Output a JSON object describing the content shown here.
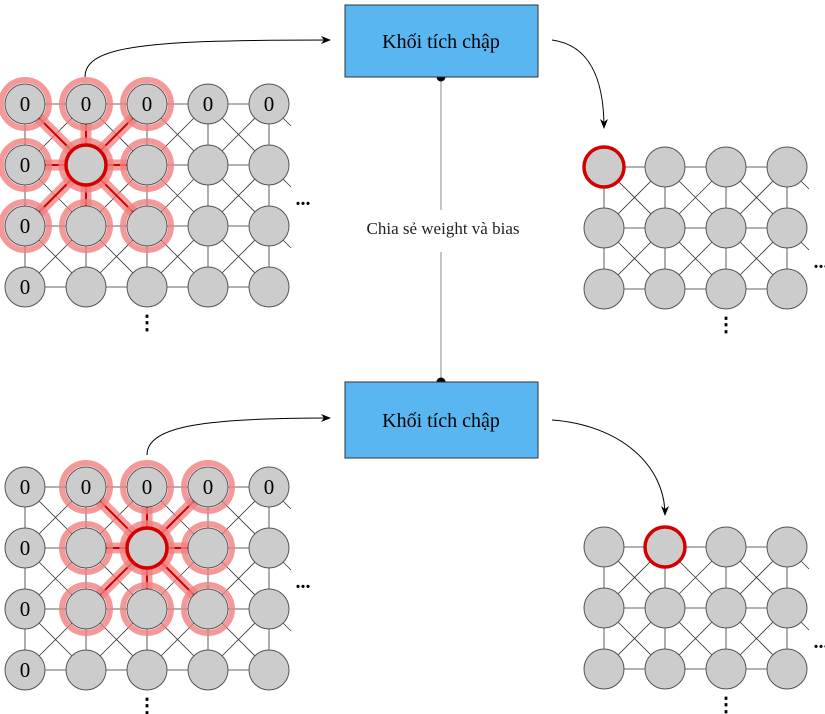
{
  "blocks": {
    "top_label": "Khối tích chập",
    "bottom_label": "Khối tích chập",
    "fill_color": "#59b6f0"
  },
  "shared_label": "Chia sẻ weight và bias",
  "colors": {
    "node_fill": "#cccccc",
    "node_stroke": "#555555",
    "edge": "#333333",
    "highlight": "#d40000",
    "highlight_glow": "#f08080"
  },
  "grids": [
    {
      "id": "input-top",
      "rows": 4,
      "cols": 5,
      "padding_label": "0",
      "zero_cells": [
        [
          0,
          0
        ],
        [
          0,
          1
        ],
        [
          0,
          2
        ],
        [
          0,
          3
        ],
        [
          0,
          4
        ],
        [
          1,
          0
        ],
        [
          2,
          0
        ],
        [
          3,
          0
        ]
      ],
      "center": [
        1,
        1
      ],
      "highlighted": [
        [
          0,
          0
        ],
        [
          0,
          1
        ],
        [
          0,
          2
        ],
        [
          1,
          0
        ],
        [
          1,
          2
        ],
        [
          2,
          0
        ],
        [
          2,
          1
        ],
        [
          2,
          2
        ]
      ],
      "dots_right": "...",
      "dots_below": "⋮"
    },
    {
      "id": "output-top",
      "rows": 3,
      "cols": 4,
      "padding_label": "",
      "zero_cells": [],
      "center": [
        0,
        0
      ],
      "highlighted": [],
      "dots_right": "...",
      "dots_below": "⋮"
    },
    {
      "id": "input-bottom",
      "rows": 4,
      "cols": 5,
      "padding_label": "0",
      "zero_cells": [
        [
          0,
          0
        ],
        [
          0,
          1
        ],
        [
          0,
          2
        ],
        [
          0,
          3
        ],
        [
          0,
          4
        ],
        [
          1,
          0
        ],
        [
          2,
          0
        ],
        [
          3,
          0
        ]
      ],
      "center": [
        1,
        2
      ],
      "highlighted": [
        [
          0,
          1
        ],
        [
          0,
          2
        ],
        [
          0,
          3
        ],
        [
          1,
          1
        ],
        [
          1,
          3
        ],
        [
          2,
          1
        ],
        [
          2,
          2
        ],
        [
          2,
          3
        ]
      ],
      "dots_right": "...",
      "dots_below": "⋮"
    },
    {
      "id": "output-bottom",
      "rows": 3,
      "cols": 4,
      "padding_label": "",
      "zero_cells": [],
      "center": [
        0,
        1
      ],
      "highlighted": [],
      "dots_right": "...",
      "dots_below": "⋮"
    }
  ]
}
